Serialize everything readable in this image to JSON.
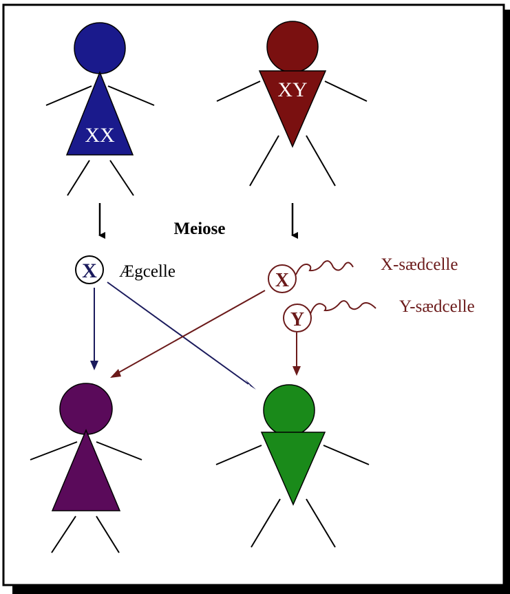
{
  "title": "Meiose",
  "mother": {
    "chromosomes": "XX",
    "color": "#1a1a8c"
  },
  "father": {
    "chromosomes": "XY",
    "color": "#7a1010"
  },
  "egg": {
    "symbol": "X",
    "label": "Ægcelle"
  },
  "sperm_x": {
    "symbol": "X",
    "label": "X-sædcelle"
  },
  "sperm_y": {
    "symbol": "Y",
    "label": "Y-sædcelle"
  },
  "daughter": {
    "color": "#5a0a5a"
  },
  "son": {
    "color": "#1a8a1a"
  },
  "colors": {
    "black": "#000000",
    "egg_arrow": "#1a1a5c",
    "sperm": "#6b1a1a"
  }
}
